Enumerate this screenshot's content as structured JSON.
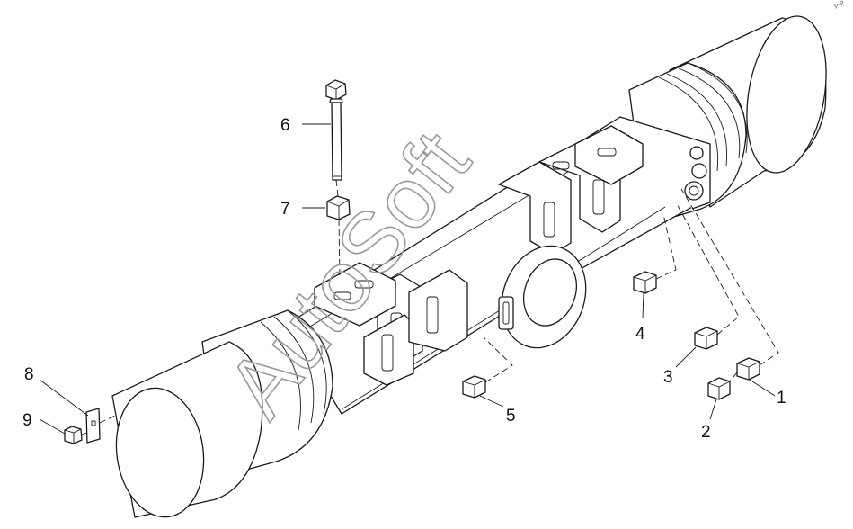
{
  "watermark": {
    "text": "AutoSoft"
  },
  "corner_mark": "P-P",
  "callouts": [
    {
      "id": "1",
      "part": "fitting-1"
    },
    {
      "id": "2",
      "part": "fitting-2"
    },
    {
      "id": "3",
      "part": "fitting-3"
    },
    {
      "id": "4",
      "part": "fitting-4"
    },
    {
      "id": "5",
      "part": "fitting-5"
    },
    {
      "id": "6",
      "part": "bolt"
    },
    {
      "id": "7",
      "part": "nut"
    },
    {
      "id": "8",
      "part": "washer-plate"
    },
    {
      "id": "9",
      "part": "nut-small"
    }
  ]
}
